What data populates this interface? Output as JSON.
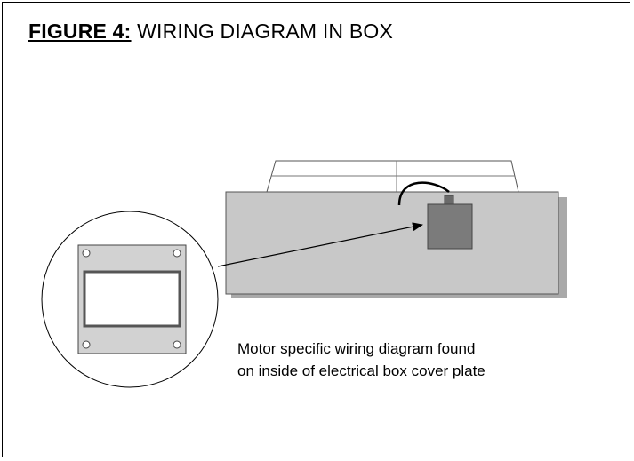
{
  "figure": {
    "label": "FIGURE 4:",
    "title": "WIRING DIAGRAM IN BOX"
  },
  "caption": {
    "line1": "Motor specific wiring diagram found",
    "line2": "on inside of electrical box cover plate"
  },
  "colors": {
    "border": "#000000",
    "box_fill": "#c8c8c8",
    "box_shadow": "#a9a9a9",
    "electrical_box": "#7b7b7b",
    "plate_fill": "#d2d2d2",
    "background": "#ffffff"
  }
}
